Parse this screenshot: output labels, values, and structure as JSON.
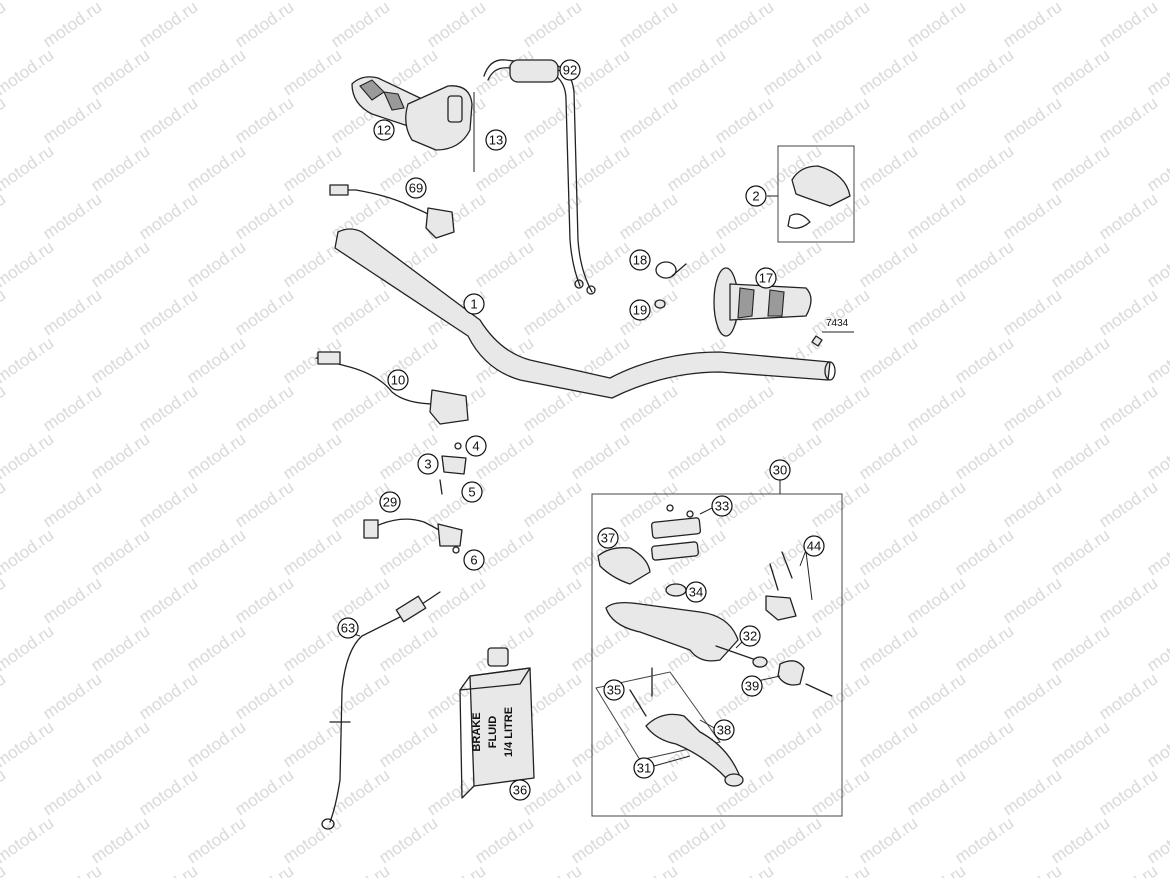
{
  "watermark": "motod.ru",
  "callouts": {
    "c1": "1",
    "c2": "2",
    "c3": "3",
    "c4": "4",
    "c5": "5",
    "c6": "6",
    "c10": "10",
    "c12": "12",
    "c13": "13",
    "c17": "17",
    "c18": "18",
    "c19": "19",
    "c29": "29",
    "c30": "30",
    "c31": "31",
    "c32": "32",
    "c33": "33",
    "c34": "34",
    "c35": "35",
    "c36": "36",
    "c37": "37",
    "c38": "38",
    "c39": "39",
    "c44": "44",
    "c63": "63",
    "c69": "69",
    "c92": "92"
  },
  "part_label_7434": "7434",
  "brake_fluid_can": {
    "line1": "BRAKE",
    "line2": "FLUID",
    "line3": "1/4 LITRE"
  }
}
